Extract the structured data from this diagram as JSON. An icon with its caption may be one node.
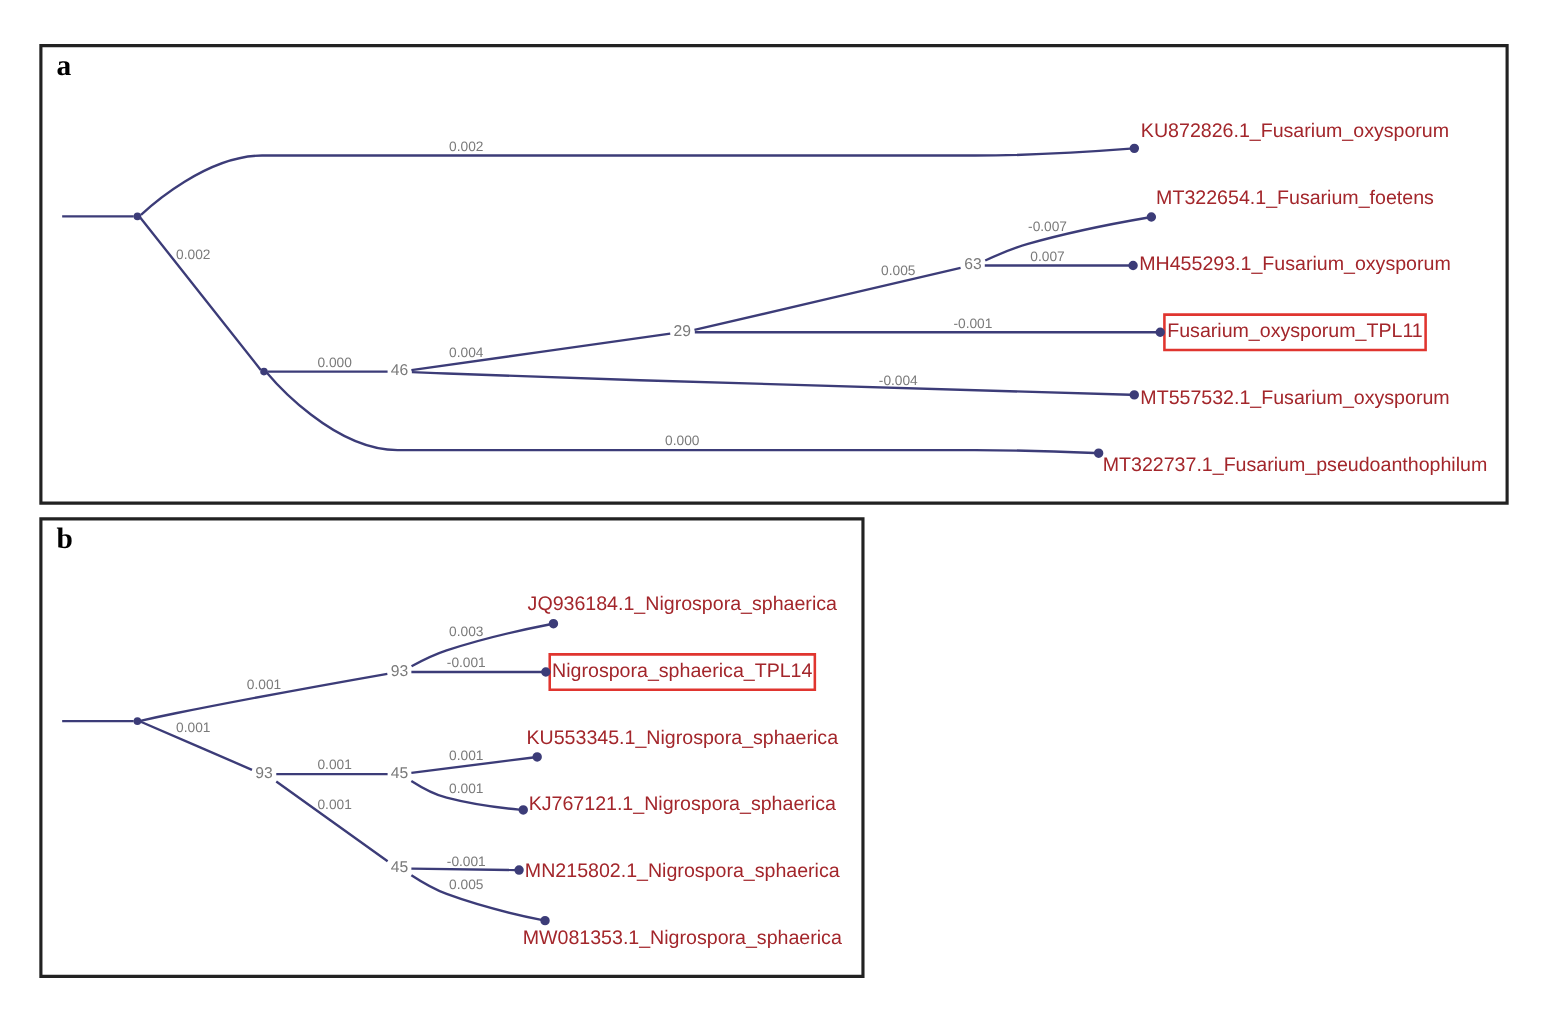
{
  "diagram": {
    "nodes": [
      {
        "text": [
          "a"
        ]
      },
      {
        "text": [],
        "shape": "point",
        "in": 0
      },
      {
        "text": [
          "KU872826.1_Fusarium_oxysporum"
        ],
        "in": 0
      },
      {
        "text": [],
        "shape": "point",
        "in": 0
      },
      {
        "text": [
          "46"
        ],
        "in": 0
      },
      {
        "text": [
          "29"
        ],
        "in": 0
      },
      {
        "text": [
          "63"
        ],
        "in": 0
      },
      {
        "text": [
          "MT322654.1_Fusarium_foetens"
        ],
        "in": 0
      },
      {
        "text": [
          "MH455293.1_Fusarium_oxysporum"
        ],
        "in": 0
      },
      {
        "text": [
          "Fusarium_oxysporum_TPL11"
        ],
        "in": 0
      },
      {
        "text": [
          "MT557532.1_Fusarium_oxysporum"
        ],
        "in": 0
      },
      {
        "text": [
          "MT322737.1_Fusarium_pseudoanthophilum"
        ],
        "in": 0
      },
      {
        "text": [
          "b"
        ]
      },
      {
        "text": [],
        "shape": "point",
        "in": 12
      },
      {
        "text": [
          "93"
        ],
        "in": 12
      },
      {
        "text": [
          "JQ936184.1_Nigrospora_sphaerica"
        ],
        "in": 12
      },
      {
        "text": [
          "Nigrospora_sphaerica_TPL14"
        ],
        "in": 12
      },
      {
        "text": [
          "93"
        ],
        "in": 12
      },
      {
        "text": [
          "45"
        ],
        "in": 12
      },
      {
        "text": [
          "KU553345.1_Nigrospora_sphaerica"
        ],
        "in": 12
      },
      {
        "text": [
          "KJ767121.1_Nigrospora_sphaerica"
        ],
        "in": 12
      },
      {
        "text": [
          "45"
        ],
        "in": 12
      },
      {
        "text": [
          "MN215802.1_Nigrospora_sphaerica"
        ],
        "in": 12
      },
      {
        "text": [
          "MW081353.1_Nigrospora_sphaerica"
        ],
        "in": 12
      }
    ],
    "edges": [
      {
        "from": null,
        "to": 1,
        "arrow": "none"
      },
      {
        "from": 1,
        "to": 2,
        "arrow": "other",
        "label": "0.002"
      },
      {
        "from": 1,
        "to": 3,
        "arrow": "none",
        "label": "0.002"
      },
      {
        "from": 3,
        "to": 4,
        "arrow": "none",
        "label": "0.000"
      },
      {
        "from": 3,
        "to": 11,
        "arrow": "other",
        "label": "0.000"
      },
      {
        "from": 4,
        "to": 5,
        "arrow": "none",
        "label": "0.004"
      },
      {
        "from": 4,
        "to": 10,
        "arrow": "other",
        "label": "-0.004"
      },
      {
        "from": 5,
        "to": 6,
        "arrow": "none",
        "label": "0.005"
      },
      {
        "from": 5,
        "to": 9,
        "arrow": "other",
        "label": "-0.001"
      },
      {
        "from": 6,
        "to": 7,
        "arrow": "other",
        "label": "-0.007"
      },
      {
        "from": 6,
        "to": 8,
        "arrow": "other",
        "label": "0.007"
      },
      {
        "from": null,
        "to": 13,
        "arrow": "none"
      },
      {
        "from": 13,
        "to": 14,
        "arrow": "none",
        "label": "0.001"
      },
      {
        "from": 13,
        "to": 17,
        "arrow": "none",
        "label": "0.001"
      },
      {
        "from": 14,
        "to": 15,
        "arrow": "other",
        "label": "0.003"
      },
      {
        "from": 14,
        "to": 16,
        "arrow": "other",
        "label": "-0.001"
      },
      {
        "from": 17,
        "to": 18,
        "arrow": "none",
        "label": "0.001"
      },
      {
        "from": 17,
        "to": 21,
        "arrow": "none",
        "label": "0.001"
      },
      {
        "from": 18,
        "to": 19,
        "arrow": "other",
        "label": "0.001"
      },
      {
        "from": 18,
        "to": 20,
        "arrow": "other",
        "label": "0.001"
      },
      {
        "from": 21,
        "to": 22,
        "arrow": "other",
        "label": "-0.001"
      },
      {
        "from": 21,
        "to": 23,
        "arrow": "other",
        "label": "0.005"
      }
    ]
  }
}
